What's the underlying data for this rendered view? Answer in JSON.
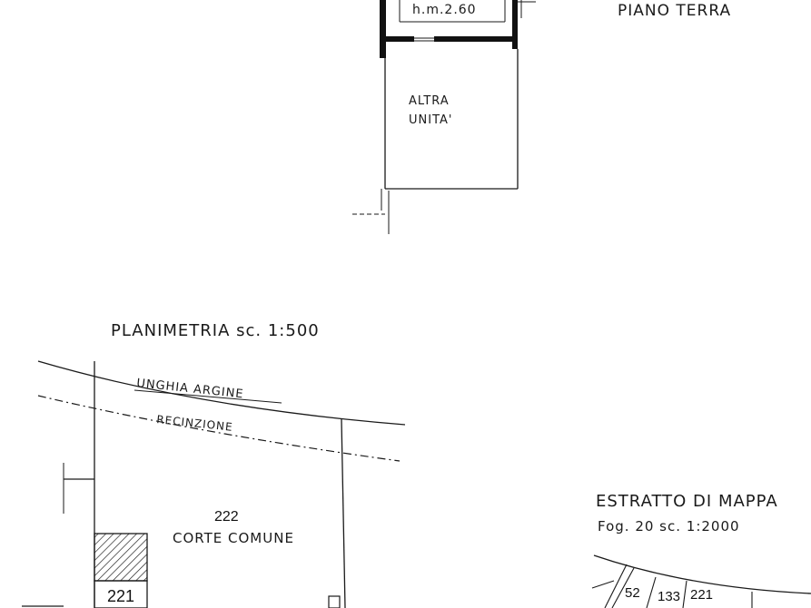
{
  "upper_plan": {
    "height_label": "h.m.2.60",
    "floor_label": "PIANO TERRA",
    "other_unit_label": [
      "ALTRA",
      "UNITA'"
    ]
  },
  "site_plan": {
    "title": "PLANIMETRIA sc. 1:500",
    "embankment_label": "UNGHIA ARGINE",
    "fence_label": "RECINZIONE",
    "common_yard_number": "222",
    "common_yard_label": "CORTE COMUNE",
    "parcel_number": "221"
  },
  "map_extract": {
    "title": "ESTRATTO DI MAPPA",
    "sheet_label": "Fog. 20  sc. 1:2000",
    "parcels": [
      "52",
      "133",
      "221"
    ]
  },
  "colors": {
    "ink": "#1a1a1a",
    "wall_fill": "#111111",
    "paper": "#ffffff"
  }
}
